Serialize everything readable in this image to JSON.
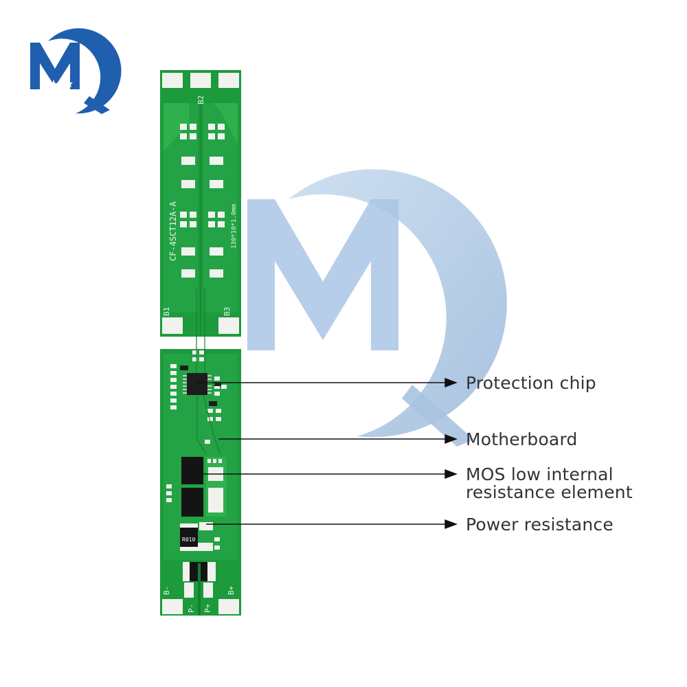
{
  "colors": {
    "pcb_green": "#1c9a3c",
    "pcb_copper": "#2fb04c",
    "pad": "#f1f1ee",
    "watermark": "#bcd3ec",
    "logo_blue": "#1f5fae",
    "text": "#333333"
  },
  "board": {
    "silkscreen_model": "CF-4SCT12A-A",
    "silkscreen_size": "130*10*1.0mm",
    "terminal_labels": {
      "b1": "B1",
      "b2": "B2",
      "b3": "B3",
      "b_minus": "B-",
      "b_plus": "B+",
      "p_minus": "P-",
      "p_plus": "P+"
    },
    "resistor_code": "R010"
  },
  "callouts": [
    {
      "label": "Protection chip"
    },
    {
      "label": "Motherboard"
    },
    {
      "label": "MOS low internal\nresistance element"
    },
    {
      "label": "Power resistance"
    }
  ],
  "icons": {
    "logo": "mq-logo-icon",
    "watermark": "mq-watermark-icon",
    "arrow": "arrow-right-icon"
  }
}
